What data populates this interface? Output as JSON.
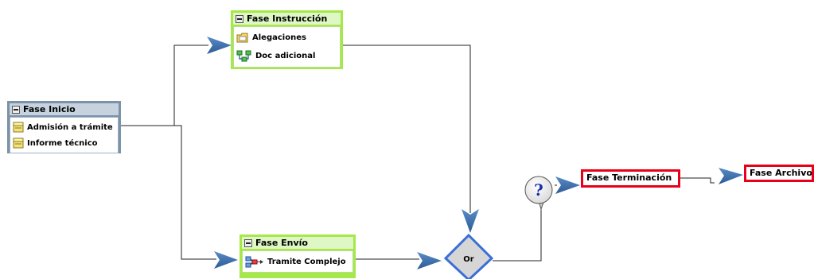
{
  "phases": {
    "inicio": {
      "title": "Fase Inicio",
      "items": [
        "Admisión a trámite",
        "Informe técnico"
      ],
      "item_icons": [
        "task-icon",
        "task-icon"
      ]
    },
    "instruccion": {
      "title": "Fase Instrucción",
      "items": [
        "Alegaciones",
        "Doc adicional"
      ],
      "item_icons": [
        "folder-task-icon",
        "subprocess-icon"
      ]
    },
    "envio": {
      "title": "Fase Envío",
      "items": [
        "Tramite Complejo"
      ],
      "item_icons": [
        "complex-task-icon"
      ]
    },
    "terminacion": {
      "title": "Fase Terminación"
    },
    "archivo": {
      "title": "Fase Archivo"
    }
  },
  "gateway": {
    "label": "Or"
  },
  "decision": {
    "symbol": "?"
  },
  "colors": {
    "green_phase": "#a6e84a",
    "start_phase": "#7c92a8",
    "red_border": "#e8001a",
    "arrow": "#3a6ea8",
    "gateway_border": "#3a6ed8",
    "gateway_fill": "#d6d6d6"
  }
}
